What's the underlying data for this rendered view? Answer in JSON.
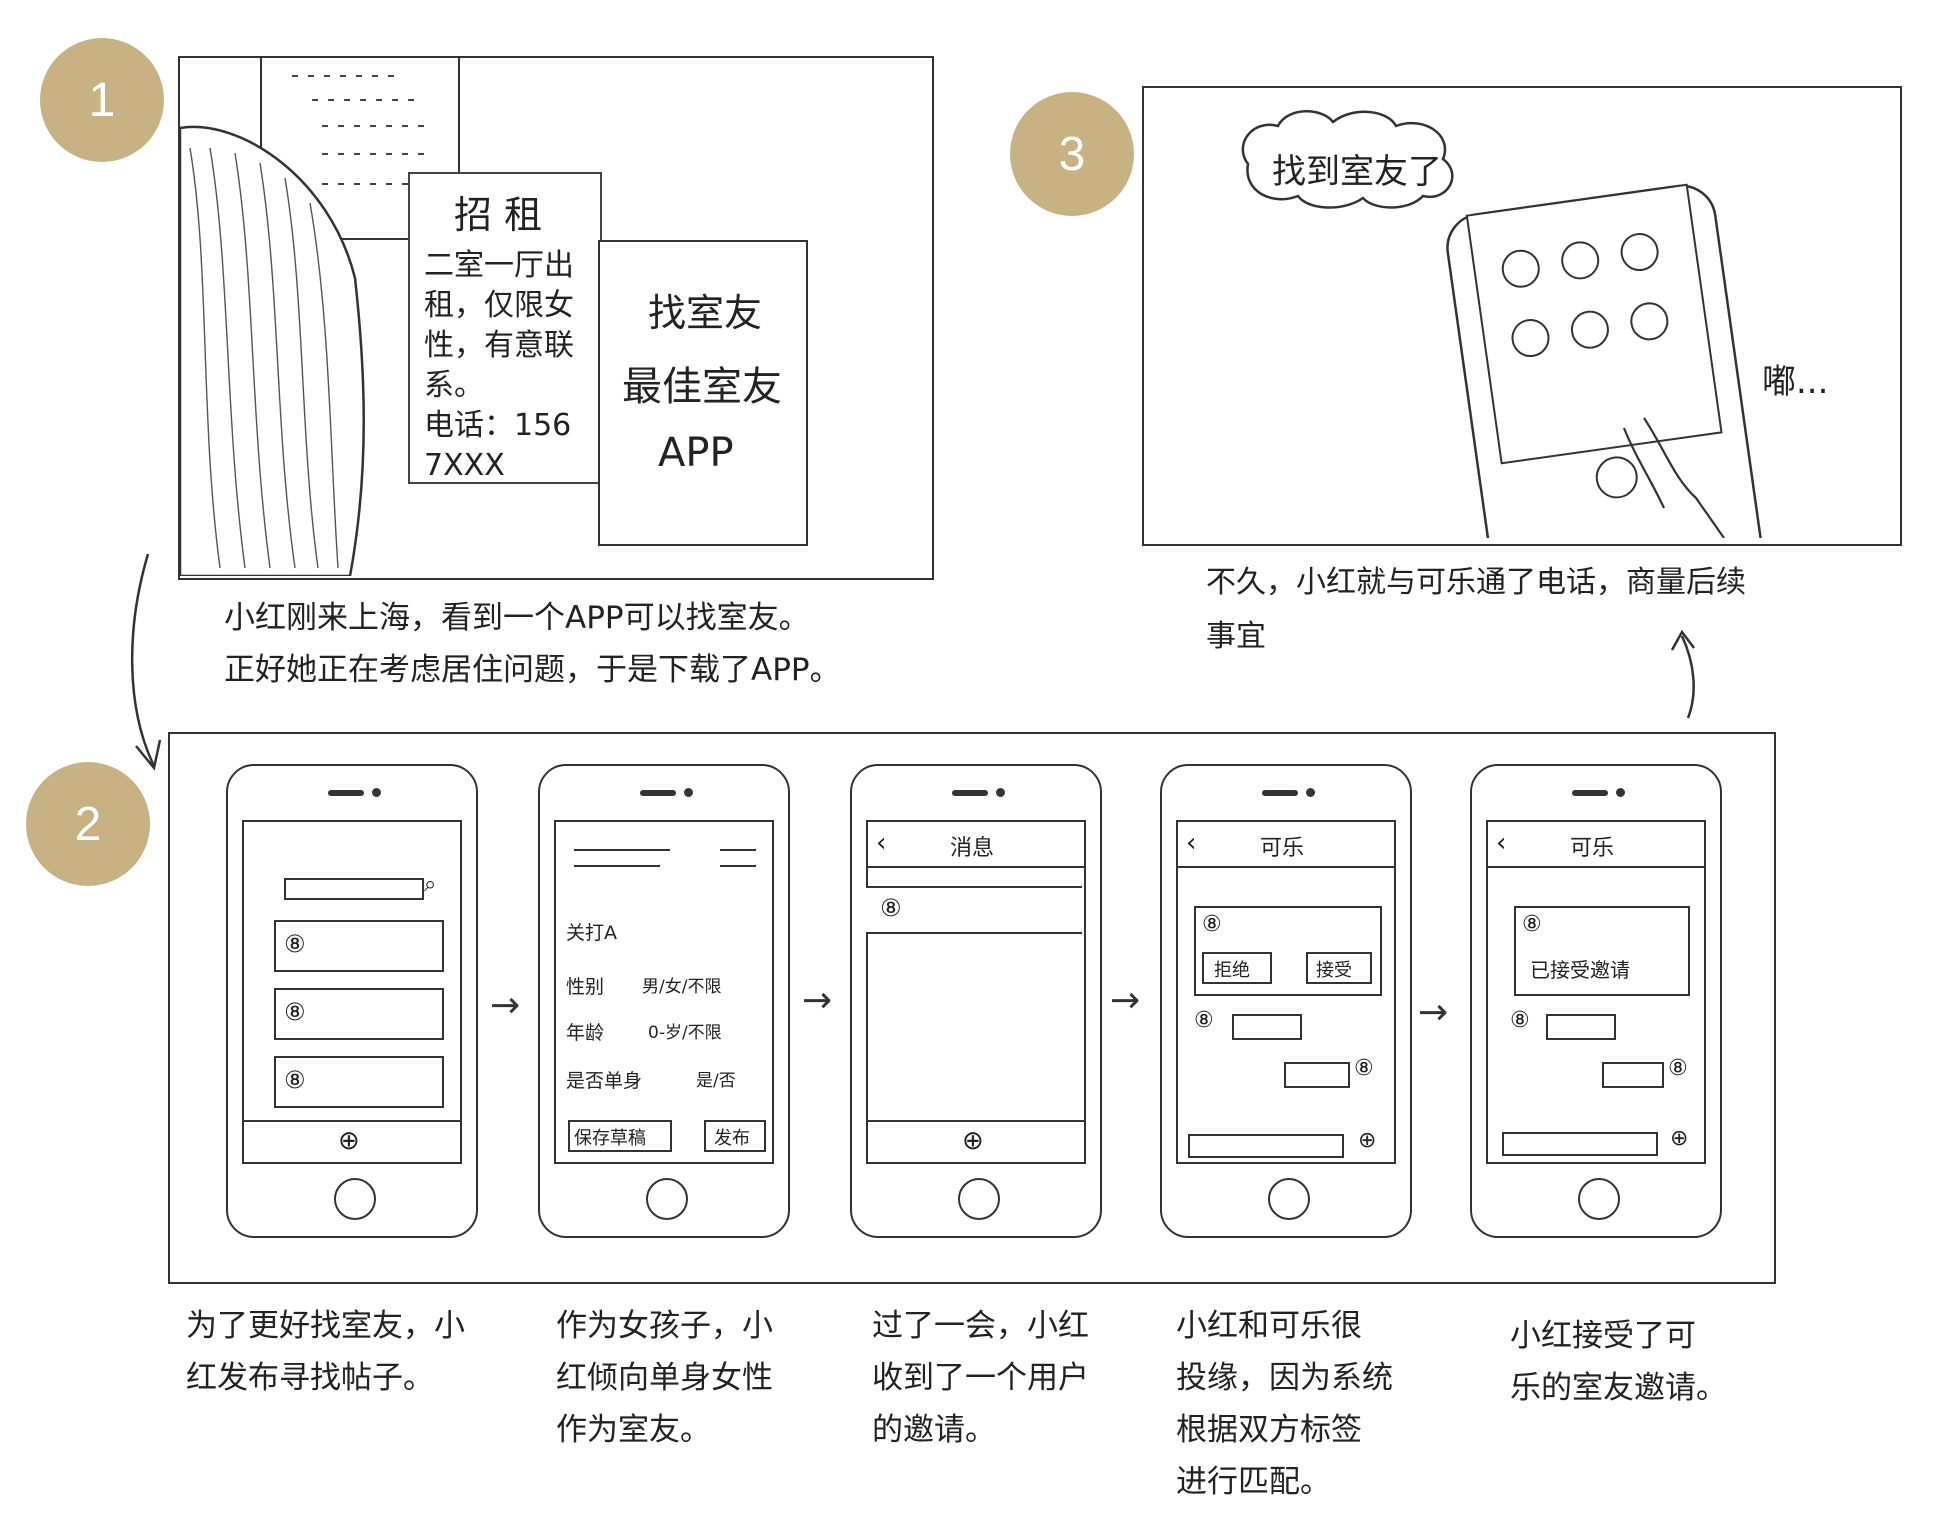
{
  "badges": [
    "1",
    "2",
    "3"
  ],
  "scene1": {
    "rent_notice": {
      "title": "招 租",
      "lines": [
        "二室一厅出",
        "租，仅限女",
        "性，有意联",
        "系。",
        "电话：156",
        "7XXX"
      ]
    },
    "app_poster": {
      "line1": "找室友",
      "line2": "最佳室友",
      "line3": "APP"
    },
    "caption": [
      "小红刚来上海，看到一个APP可以找室友。",
      "正好她正在考虑居住问题，于是下载了APP。"
    ]
  },
  "scene3": {
    "bubble": "找到室友了",
    "sound": "嘟...",
    "caption": [
      "不久，小红就与可乐通了电话，商量后续",
      "事宜"
    ]
  },
  "scene2": {
    "arrow_glyph": "→",
    "phones": {
      "publish": {
        "fields": [
          {
            "label": "关打A",
            "value": ""
          },
          {
            "label": "性别",
            "value": "男/女/不限"
          },
          {
            "label": "年龄",
            "value": "0-岁/不限"
          },
          {
            "label": "是否单身",
            "value": "是/否"
          }
        ],
        "buttons": [
          "保存草稿",
          "发布"
        ]
      },
      "messages": {
        "title": "消息"
      },
      "chat_invite": {
        "title": "可乐",
        "buttons": [
          "拒绝",
          "接受"
        ]
      },
      "chat_accepted": {
        "title": "可乐",
        "status": "已接受邀请"
      }
    },
    "captions": [
      [
        "为了更好找室友，小",
        "红发布寻找帖子。"
      ],
      [
        "作为女孩子，小",
        "红倾向单身女性",
        "作为室友。"
      ],
      [
        "过了一会，小红",
        "收到了一个用户",
        "的邀请。"
      ],
      [
        "小红和可乐很",
        "投缘，因为系统",
        "根据双方标签",
        "进行匹配。"
      ],
      [
        "小红接受了可",
        "乐的室友邀请。"
      ]
    ]
  },
  "icons": {
    "back": "‹",
    "search": "⌕",
    "user": "⑧",
    "plus": "⊕"
  }
}
